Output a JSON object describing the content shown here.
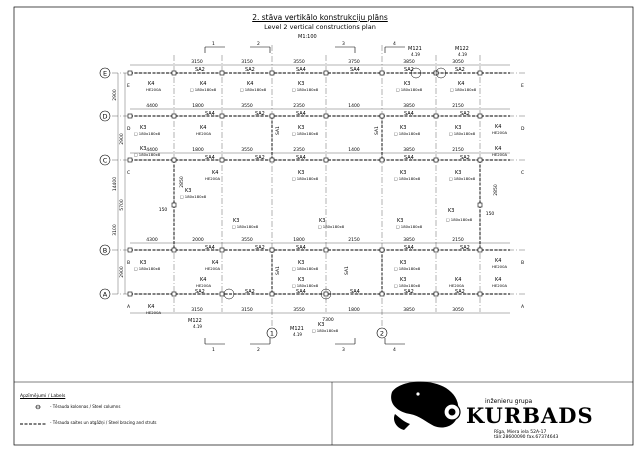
{
  "title": {
    "lv": "2. stāva vertikālo konstrukciju plāns",
    "en": "Level 2 vertical constructions plan",
    "scale": "M1:100"
  },
  "axes_rows": [
    "E",
    "D",
    "C",
    "B",
    "A"
  ],
  "axes_cols_top": [
    "1",
    "2",
    "3",
    "4"
  ],
  "axes_cols_bottom": [
    "1",
    "2",
    "3",
    "4"
  ],
  "axes_circle_cols": [
    "1",
    "2"
  ],
  "labels": {
    "sa2": "SA2",
    "sa4": "SA4",
    "k3": "K3",
    "k4": "K4",
    "he200a": "HE200A",
    "he160a": "HE160A",
    "tube1": "□ 180x180x8",
    "tube2": "□ 150x150x8",
    "m121": "M121",
    "m122": "M122",
    "s419": "4.19"
  },
  "dims_top_row_E": [
    "3150",
    "3150",
    "3550",
    "3750",
    "3850",
    "3050"
  ],
  "dims_row_D": [
    "4400",
    "1800",
    "3550",
    "2350",
    "1400",
    "3850",
    "2150"
  ],
  "dims_row_C": [
    "4400",
    "1800",
    "3550",
    "2350",
    "1400",
    "3850",
    "2150"
  ],
  "dims_row_B": [
    "4300",
    "2000",
    "3550",
    "1800",
    "2150",
    "3850",
    "2150"
  ],
  "dims_bottom": [
    "3150",
    "3150",
    "3550",
    "1800",
    "3850",
    "3050"
  ],
  "dim_bottom_total": "7300",
  "dims_left": [
    "2900",
    "2900",
    "14400",
    "5700",
    "3100",
    "2900"
  ],
  "dim_side_150": "150",
  "dims_mid_vertical": [
    "2850",
    "2850"
  ],
  "legend": {
    "title": "Apzīmējumi / Labels",
    "item1": "- Tērauda kolonnas / Steel columns",
    "item2": "- Tērauda saites un atgāžņi / Steel bracing and struts"
  },
  "company": {
    "line1": "inženieru grupa",
    "name": "KURBADS",
    "address": "Rīga, Miera iela 52A-17",
    "phone": "tālr.28600090  fax.67374643"
  }
}
